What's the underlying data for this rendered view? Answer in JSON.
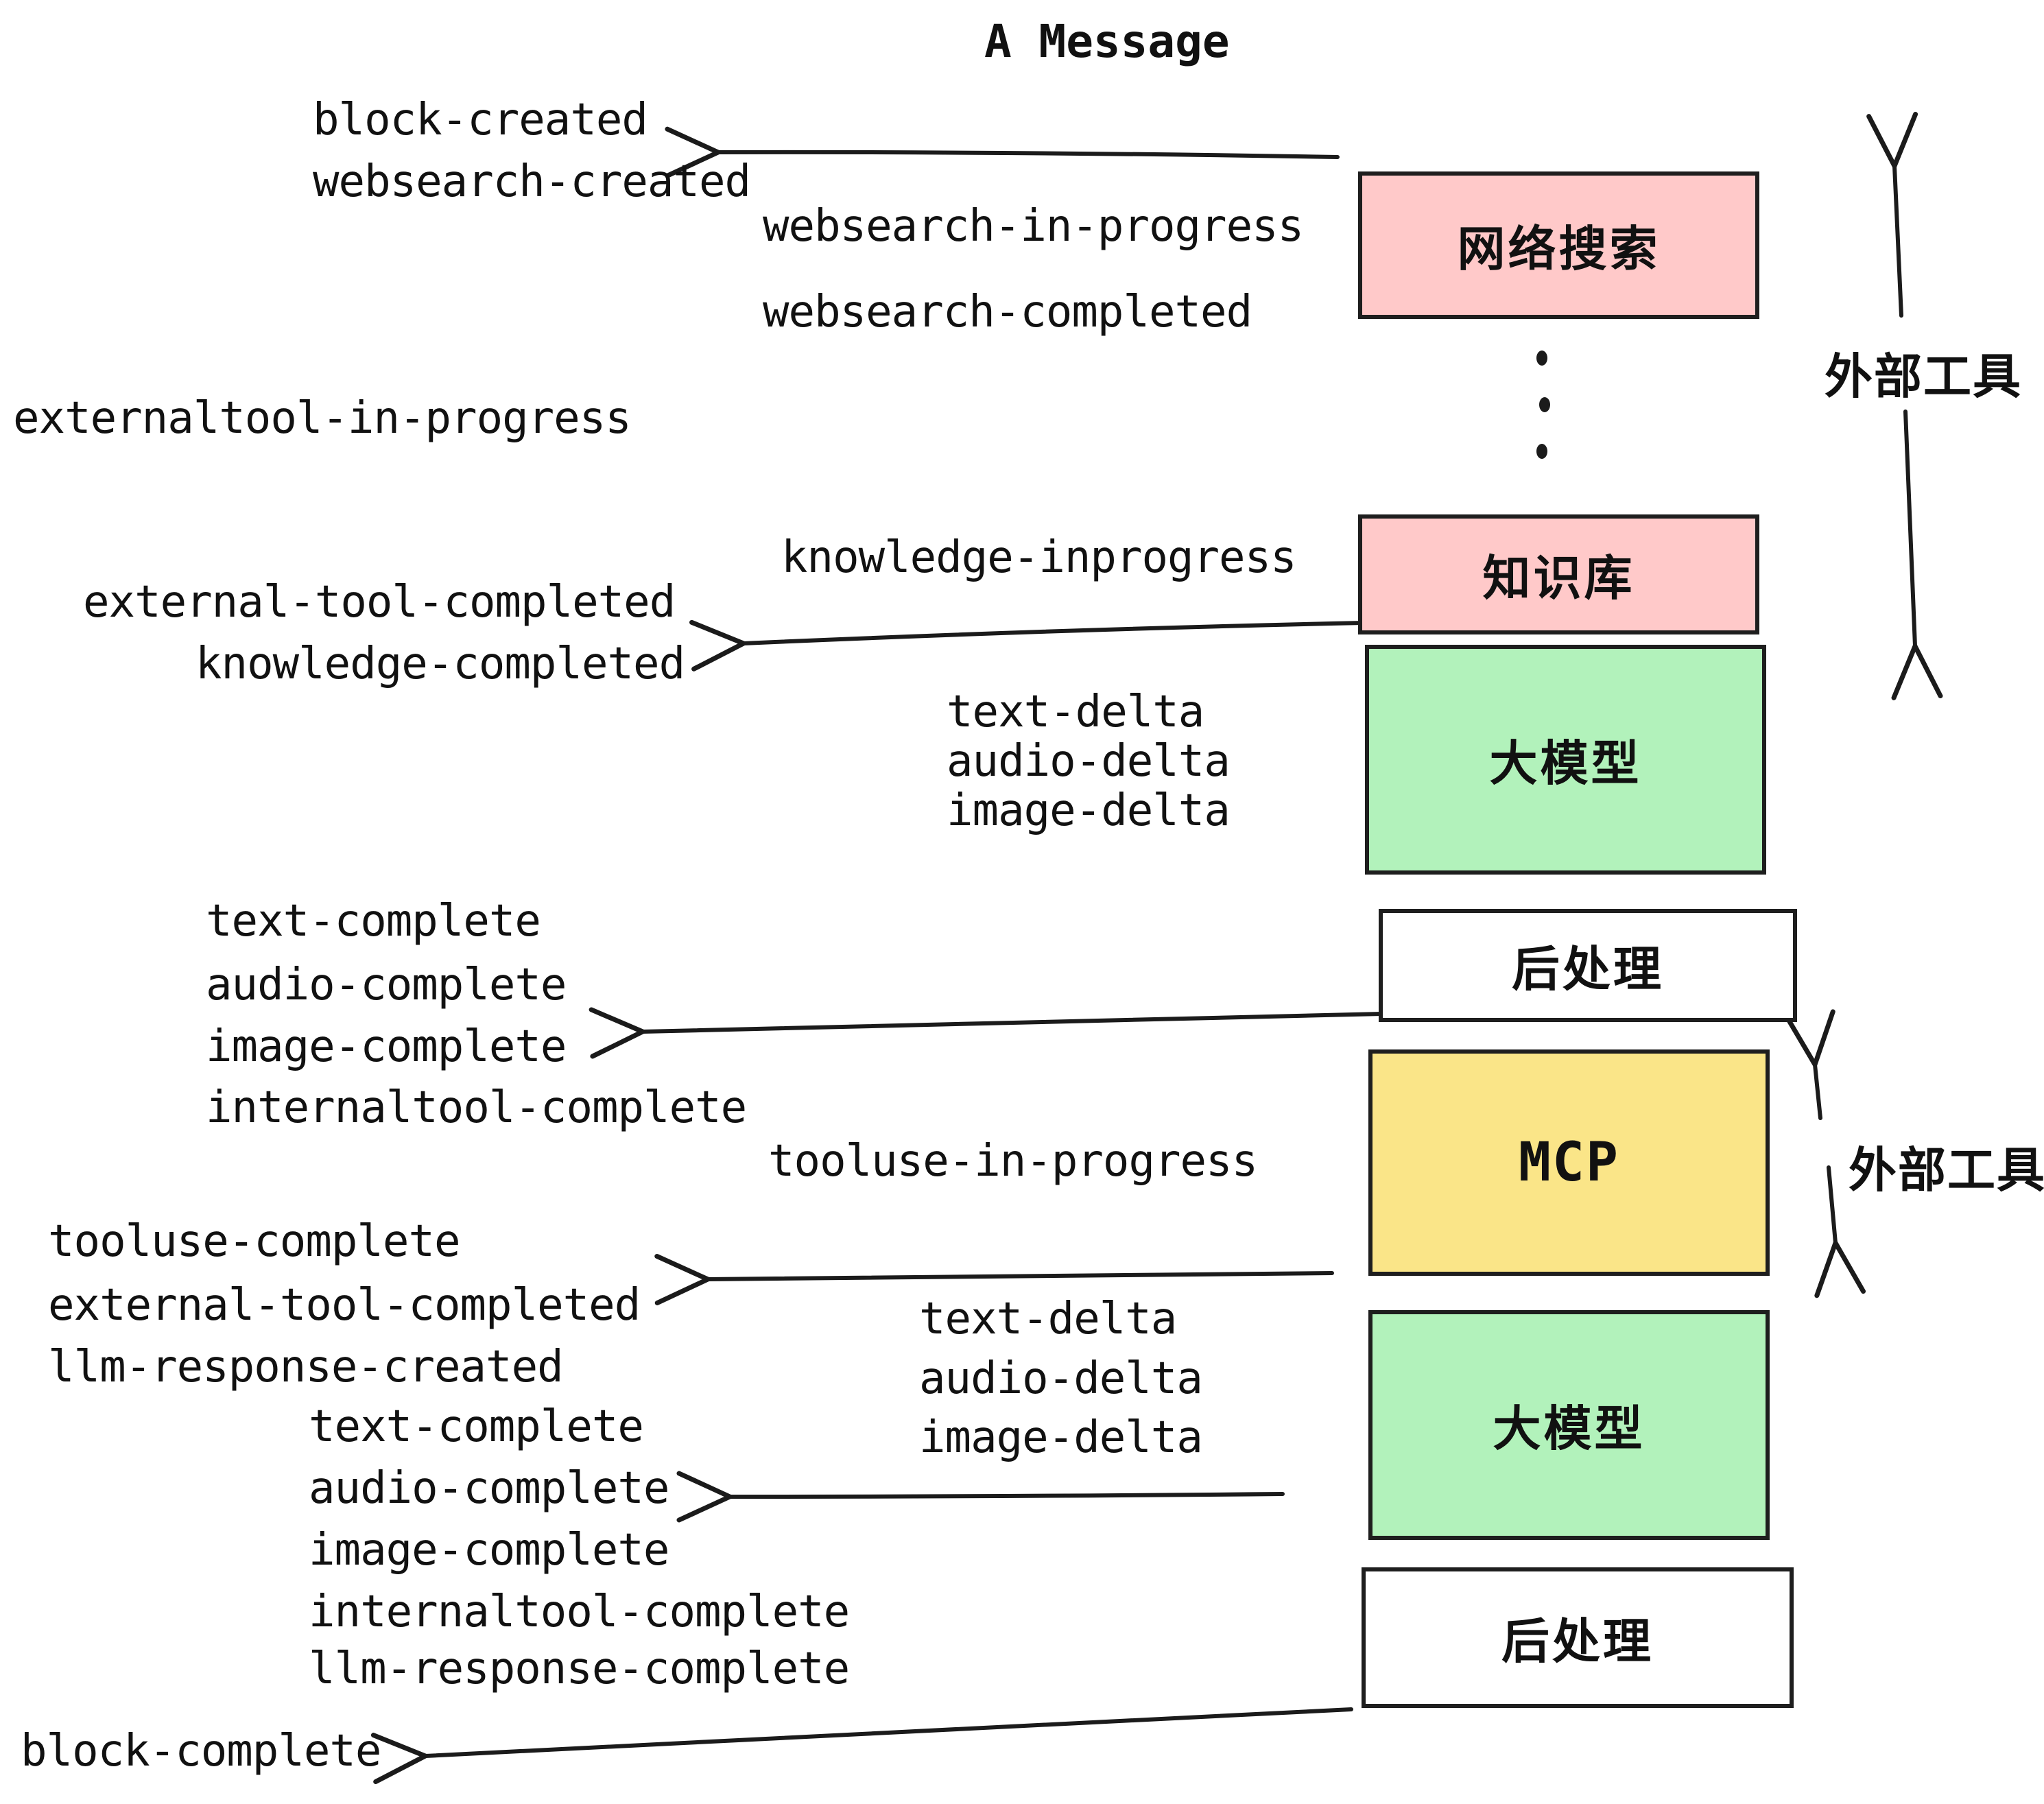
{
  "title": "A Message",
  "colors": {
    "pink": "#ffc9c9",
    "green": "#b2f2bb",
    "yellow": "#fae588",
    "white": "#ffffff",
    "box_border": "#1e1e1e",
    "arrow": "#1b1b1b",
    "text": "#111111"
  },
  "boxes": [
    {
      "label": "网络搜索",
      "color": "pink"
    },
    {
      "label": "知识库",
      "color": "pink"
    },
    {
      "label": "大模型",
      "color": "green"
    },
    {
      "label": "后处理",
      "color": "white"
    },
    {
      "label": "MCP",
      "color": "yellow"
    },
    {
      "label": "大模型",
      "color": "green"
    },
    {
      "label": "后处理",
      "color": "white"
    }
  ],
  "side_labels": [
    {
      "text": "外部工具"
    },
    {
      "text": "外部工具"
    }
  ],
  "events": [
    {
      "text": "block-created"
    },
    {
      "text": "websearch-created"
    },
    {
      "text": "websearch-in-progress"
    },
    {
      "text": "websearch-completed"
    },
    {
      "text": "externaltool-in-progress"
    },
    {
      "text": "knowledge-inprogress"
    },
    {
      "text": "external-tool-completed"
    },
    {
      "text": "knowledge-completed"
    },
    {
      "text": "text-delta"
    },
    {
      "text": "audio-delta"
    },
    {
      "text": "image-delta"
    },
    {
      "text": "text-complete"
    },
    {
      "text": "audio-complete"
    },
    {
      "text": "image-complete"
    },
    {
      "text": "internaltool-complete"
    },
    {
      "text": "tooluse-in-progress"
    },
    {
      "text": "tooluse-complete"
    },
    {
      "text": "external-tool-completed"
    },
    {
      "text": "llm-response-created"
    },
    {
      "text": "text-delta"
    },
    {
      "text": "audio-delta"
    },
    {
      "text": "image-delta"
    },
    {
      "text": "text-complete"
    },
    {
      "text": "audio-complete"
    },
    {
      "text": "image-complete"
    },
    {
      "text": "internaltool-complete"
    },
    {
      "text": "llm-response-complete"
    },
    {
      "text": "block-complete"
    }
  ]
}
